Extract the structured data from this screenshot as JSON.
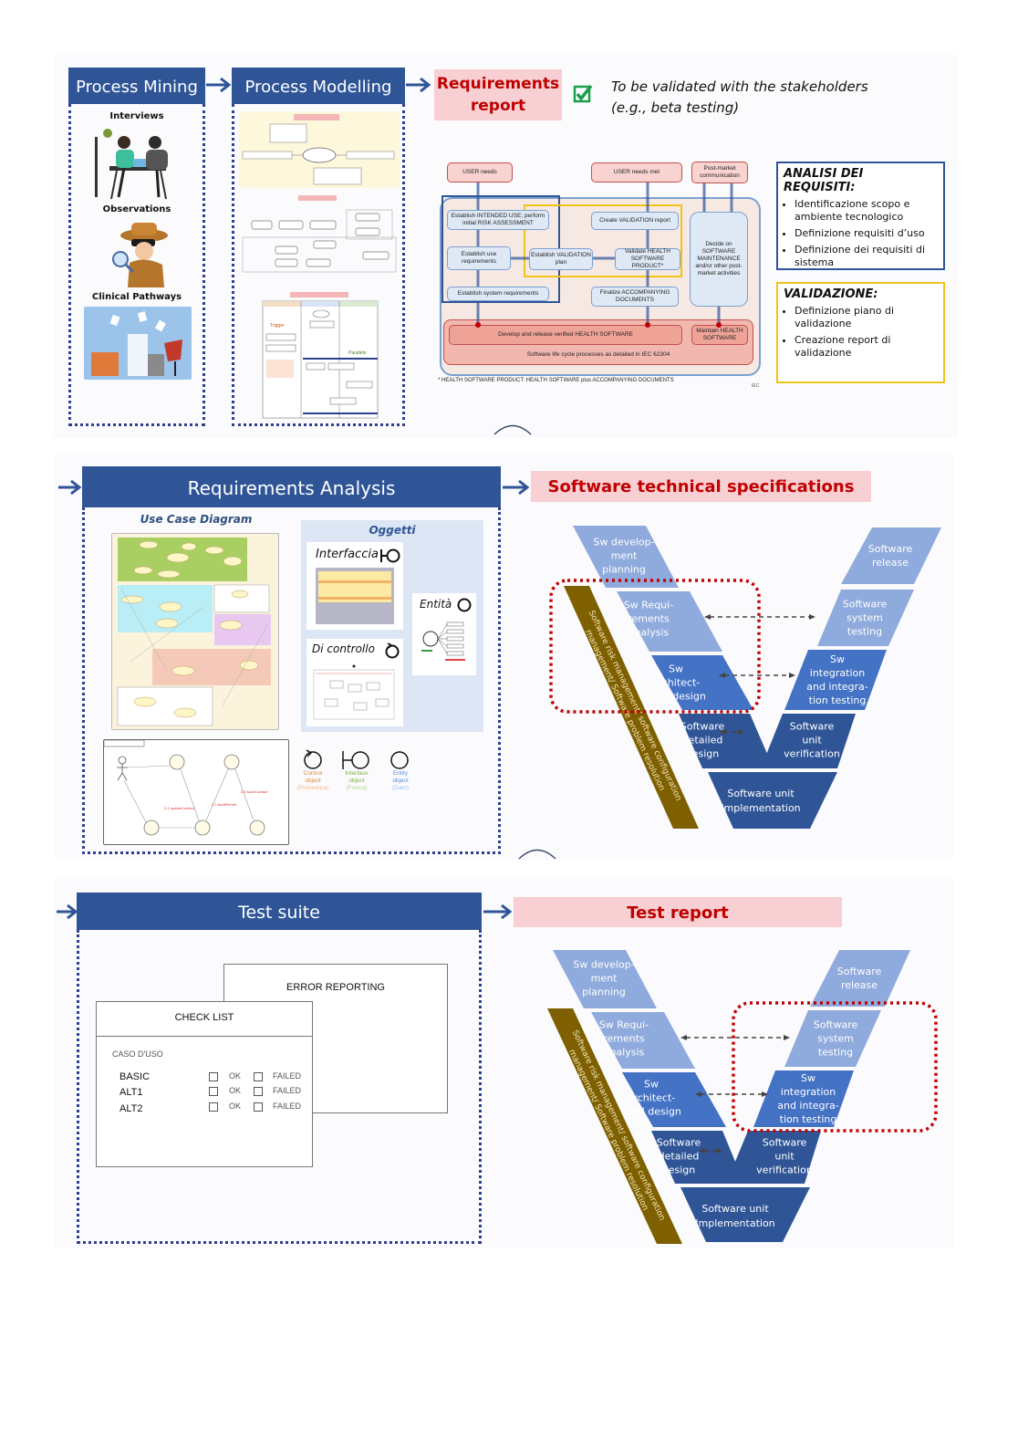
{
  "colors": {
    "header_blue": "#2f5597",
    "pink_bg": "#f8cfd2",
    "pink_text": "#c00000",
    "v_light": "#8faadc",
    "v_mid": "#4472c4",
    "v_dark": "#2f5597",
    "olive": "#7f6000",
    "highlight_red": "#c00000"
  },
  "section1": {
    "process_mining": {
      "title": "Process Mining",
      "labels": [
        "Interviews",
        "Observations",
        "Clinical Pathways"
      ]
    },
    "process_modelling": {
      "title": "Process Modelling"
    },
    "requirements_report": {
      "title": "Requirements report",
      "check_icon": "checkbox-checked-icon",
      "note_line1": "To be validated with the stakeholders",
      "note_line2": "(e.g., beta testing)"
    },
    "iec_diagram": {
      "user_needs": "USER needs",
      "user_needs_met": "USER needs met",
      "post_market": "Post-market communication",
      "intended_use": "Establish INTENDED USE; perform initial RISK ASSESSMENT",
      "use_requirements": "Establish use requirements",
      "system_requirements": "Establish system requirements",
      "validation_plan": "Establish VALIDATION plan",
      "validation_report": "Create VALIDATION report",
      "validate_product": "Validate HEALTH SOFTWARE PRODUCT*",
      "accompanying_docs": "Finalize ACCOMPANYING DOCUMENTS",
      "decide_maintenance": "Decide on SOFTWARE MAINTENANCE and/or other post-market activities",
      "develop_release": "Develop and release verified HEALTH SOFTWARE",
      "maintain": "Maintain HEALTH SOFTWARE",
      "lifecycle": "Software life cycle processes as detailed in IEC 62304",
      "footnote": "* HEALTH SOFTWARE PRODUCT: HEALTH SOFTWARE plus ACCOMPANYING DOCUMENTS",
      "iec_mark": "IEC"
    },
    "analisi": {
      "title": "ANALISI DEI REQUISITI:",
      "items": [
        "Identificazione scopo e ambiente tecnologico",
        "Definizione requisiti d’uso",
        "Definizione dei requisiti di sistema"
      ]
    },
    "validazione": {
      "title": "VALIDAZIONE:",
      "items": [
        "Definizione piano di validazione",
        "Creazione report di validazione"
      ]
    }
  },
  "section2": {
    "requirements_analysis": {
      "title": "Requirements Analysis",
      "use_case_label": "Use Case Diagram",
      "oggetti_label": "Oggetti",
      "interfaccia": "Interfaccia",
      "entita": "Entità",
      "di_controllo": "Di controllo",
      "legend": [
        {
          "line1": "Control",
          "line2": "object",
          "line3": "(Procedura)",
          "color": "#e08a3c"
        },
        {
          "line1": "Interface",
          "line2": "object",
          "line3": "(Forma)",
          "color": "#7fb04a"
        },
        {
          "line1": "Entity",
          "line2": "object",
          "line3": "(Dato)",
          "color": "#5b8fd6"
        }
      ]
    },
    "specs_title": "Software technical specifications"
  },
  "section3": {
    "test_suite": {
      "title": "Test suite",
      "error_reporting": "ERROR REPORTING",
      "check_list": "CHECK LIST",
      "caso_uso": "CASO D'USO",
      "rows": [
        {
          "name": "BASIC",
          "ok": "OK",
          "failed": "FAILED"
        },
        {
          "name": "ALT1",
          "ok": "OK",
          "failed": "FAILED"
        },
        {
          "name": "ALT2",
          "ok": "OK",
          "failed": "FAILED"
        }
      ]
    },
    "test_report_title": "Test report"
  },
  "vmodel": {
    "planning": [
      "Sw develop-",
      "ment",
      "planning"
    ],
    "requirements": [
      "Sw Requi-",
      "rements",
      "analysis"
    ],
    "architectural": [
      "Sw",
      "architect-",
      "tural design"
    ],
    "detailed": [
      "Software",
      "detailed",
      "design"
    ],
    "unit_impl": [
      "Software unit",
      "Implementation"
    ],
    "unit_verif": [
      "Software",
      "unit",
      "verification"
    ],
    "integration": [
      "Sw",
      "integration",
      "and integra-",
      "tion testing"
    ],
    "system_testing": [
      "Software",
      "system",
      "testing"
    ],
    "release": [
      "Software",
      "release"
    ],
    "band_line1": "Software risk management/ software configuration",
    "band_line2": "management/ Software problem resolution"
  }
}
